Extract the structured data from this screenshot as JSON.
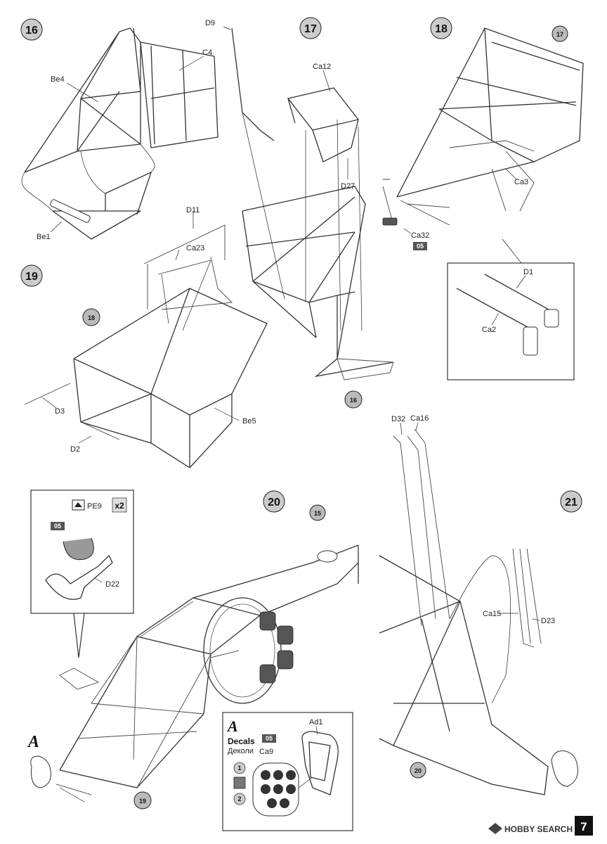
{
  "page": {
    "number": "7"
  },
  "watermark": {
    "text": "HOBBY SEARCH",
    "icon": "hobby-search-logo-icon"
  },
  "steps": {
    "s16": {
      "number": "16",
      "parts": {
        "be4": "Be4",
        "c4": "C4",
        "be1": "Be1"
      }
    },
    "s17": {
      "number": "17",
      "parts": {
        "d9": "D9",
        "ca12": "Ca12",
        "d27": "D27"
      },
      "ref": "16"
    },
    "s18": {
      "number": "18",
      "ref": "17",
      "parts": {
        "ca3": "Ca3",
        "ca32": "Ca32",
        "d1": "D1",
        "ca2": "Ca2"
      },
      "paint": "05"
    },
    "s19": {
      "number": "19",
      "ref": "18",
      "parts": {
        "d11": "D11",
        "ca23": "Ca23",
        "d3": "D3",
        "d2": "D2",
        "be5": "Be5"
      }
    },
    "s20": {
      "number": "20",
      "ref_top": "15",
      "ref_bottom": "19",
      "inset": {
        "pe": "PE9",
        "multiplier": "x2",
        "paint": "05",
        "part": "D22"
      },
      "callout": "A"
    },
    "s21": {
      "number": "21",
      "ref": "20",
      "parts": {
        "d32": "D32",
        "ca16": "Ca16",
        "ca15": "Ca15",
        "d23": "D23"
      }
    }
  },
  "decals": {
    "letter": "A",
    "title": "Decals",
    "title_ru": "Деколи",
    "paint": "05",
    "parts": {
      "ca9": "Ca9",
      "ad1": "Ad1"
    },
    "sequence": [
      "1",
      "2"
    ]
  }
}
